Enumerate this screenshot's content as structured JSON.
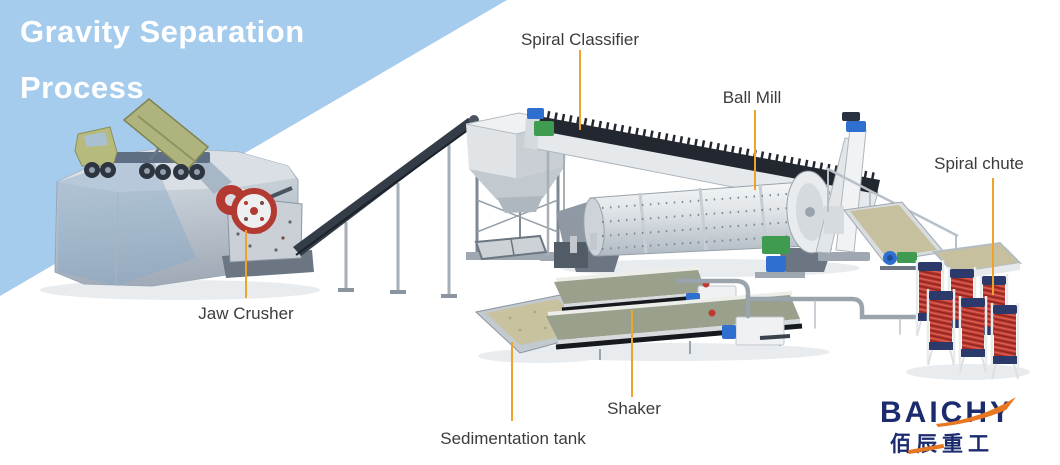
{
  "banner": {
    "title_line1": "Gravity Separation",
    "title_line2": "Process"
  },
  "callouts": {
    "spiral_classifier": {
      "label": "Spiral Classifier"
    },
    "ball_mill": {
      "label": "Ball Mill"
    },
    "spiral_chute": {
      "label": "Spiral chute"
    },
    "jaw_crusher": {
      "label": "Jaw Crusher"
    },
    "shaker": {
      "label": "Shaker"
    },
    "sedimentation_tank": {
      "label": "Sedimentation tank"
    }
  },
  "logo": {
    "brand": "BAICHY",
    "chinese": "佰辰重工"
  },
  "equipment_flow": [
    "Jaw Crusher",
    "Spiral Classifier",
    "Ball Mill",
    "Shaker",
    "Sedimentation tank",
    "Spiral chute"
  ],
  "colors": {
    "banner_blue": "#A5CBED",
    "title_text": "#FFFFFF",
    "callout_orange": "#F0A32A",
    "label_text": "#3C3C3C",
    "logo_navy": "#1B2B6E",
    "logo_orange": "#E87722",
    "chute_red": "#BE3A30",
    "machinery_gray": "#D9DFE5",
    "shaker_deck_green": "#99A08B",
    "sediment_tan": "#C8C29F",
    "conveyor_dark": "#333C47"
  }
}
